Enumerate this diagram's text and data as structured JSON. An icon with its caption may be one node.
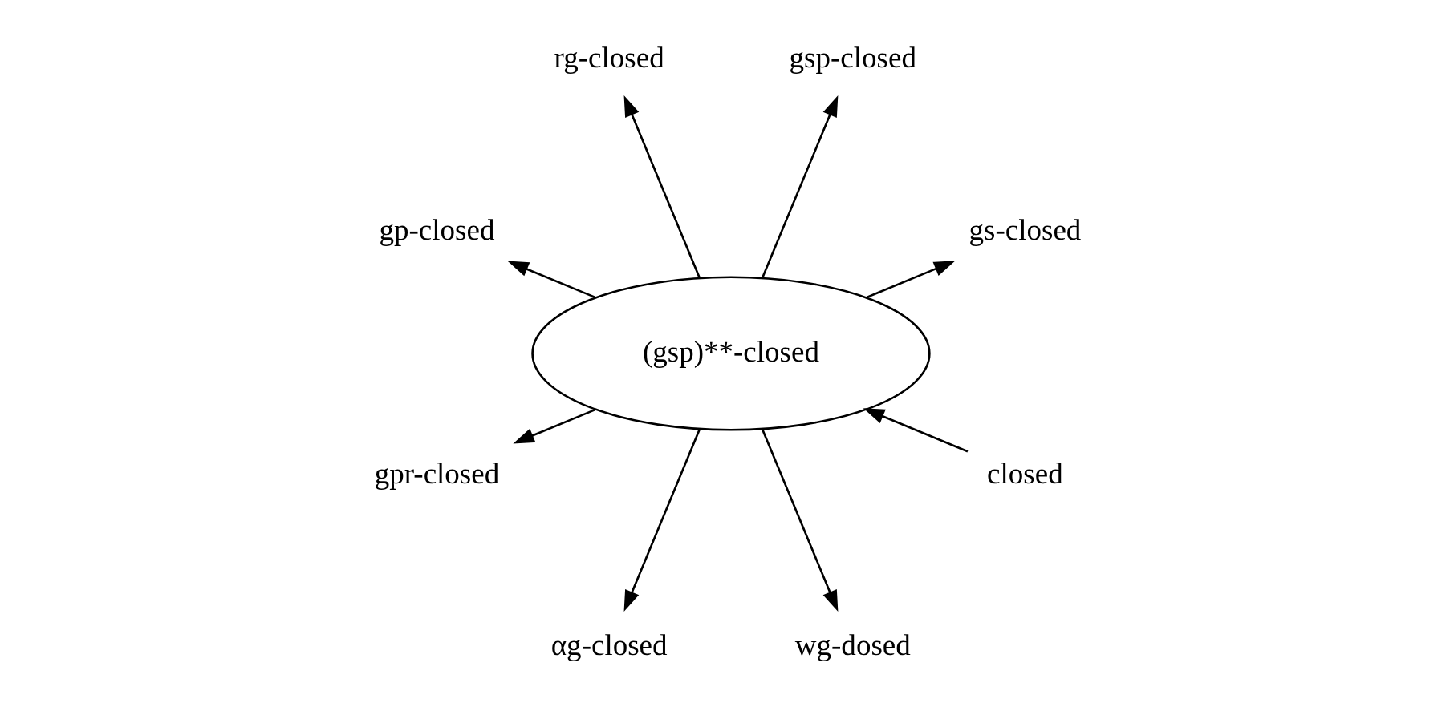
{
  "diagram": {
    "nodes": [
      {
        "text": [
          "closed"
        ]
      },
      {
        "text": [
          "gs-closed"
        ]
      },
      {
        "text": [
          "gsp-closed"
        ]
      },
      {
        "text": [
          "(gsp)**-closed"
        ]
      },
      {
        "text": [
          "rg-closed"
        ]
      },
      {
        "text": [
          "gp-closed"
        ]
      },
      {
        "text": [
          "gpr-closed"
        ]
      },
      {
        "text": [
          "αg-closed"
        ]
      },
      {
        "text": [
          "wg-dosed"
        ]
      }
    ],
    "edges": [
      {
        "from": 0,
        "to": 3,
        "arrow": "to"
      },
      {
        "from": 3,
        "to": 1,
        "arrow": "to"
      },
      {
        "from": 3,
        "to": 2,
        "arrow": "to"
      },
      {
        "from": 3,
        "to": 4,
        "arrow": "to"
      },
      {
        "from": 3,
        "to": 5,
        "arrow": "to"
      },
      {
        "from": 3,
        "to": 6,
        "arrow": "to"
      },
      {
        "from": 3,
        "to": 7,
        "arrow": "to"
      },
      {
        "from": 3,
        "to": 8,
        "arrow": "to"
      }
    ]
  }
}
